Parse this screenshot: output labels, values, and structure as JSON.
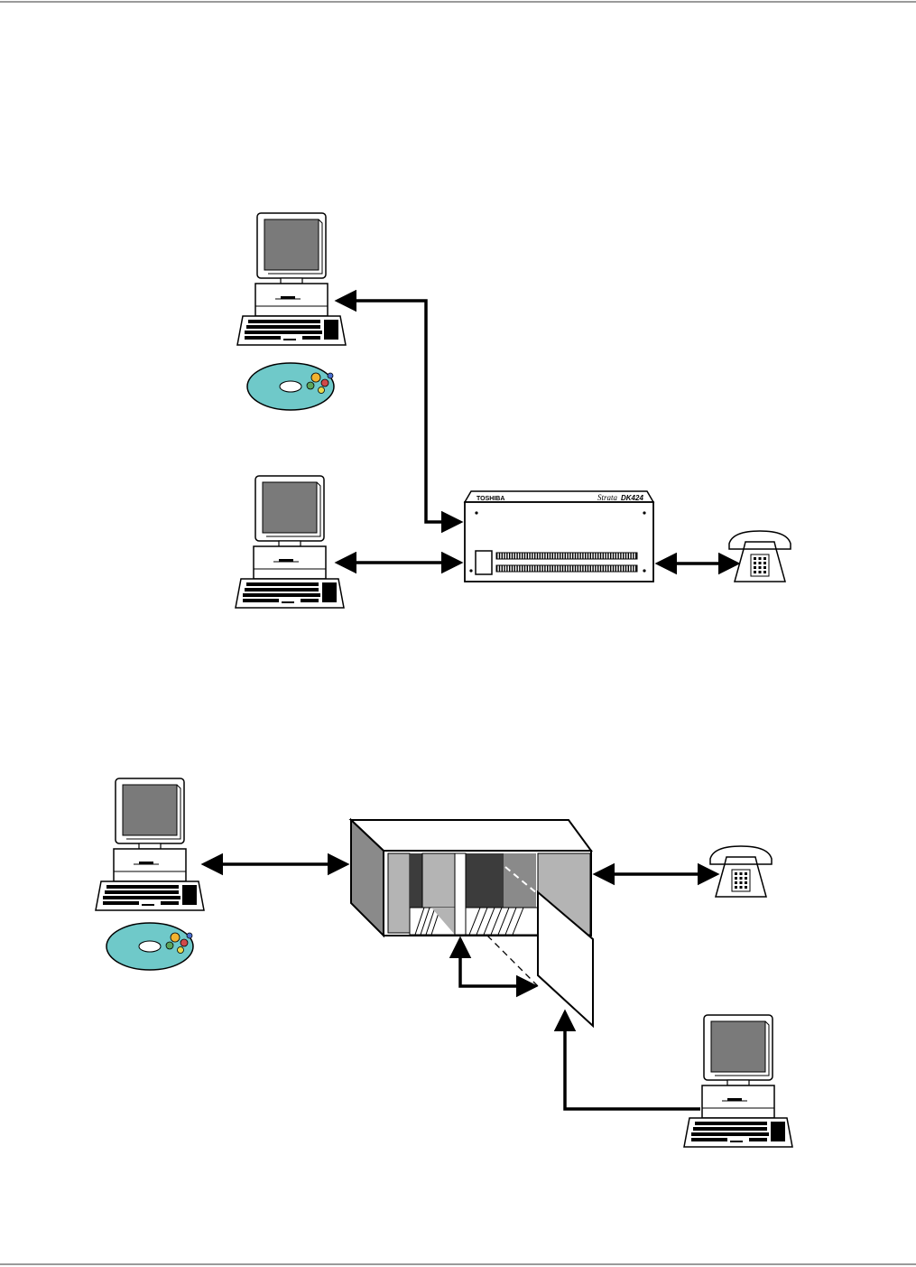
{
  "cabinet_labels": {
    "brand": "TOSHIBA",
    "model_prefix": "Strata",
    "model_suffix": "DK424"
  },
  "colors": {
    "screen": "#7a7a7a",
    "disc": "#6fc9c9",
    "line": "#000000",
    "rule": "#9a9a9a",
    "box_left": "#8a8a8a",
    "box_light": "#b4b4b4",
    "box_dark": "#3c3c3c"
  },
  "icons": [
    "computer-icon",
    "cd-rom-icon",
    "telephone-icon",
    "cabinet-icon",
    "card-cage-icon"
  ]
}
